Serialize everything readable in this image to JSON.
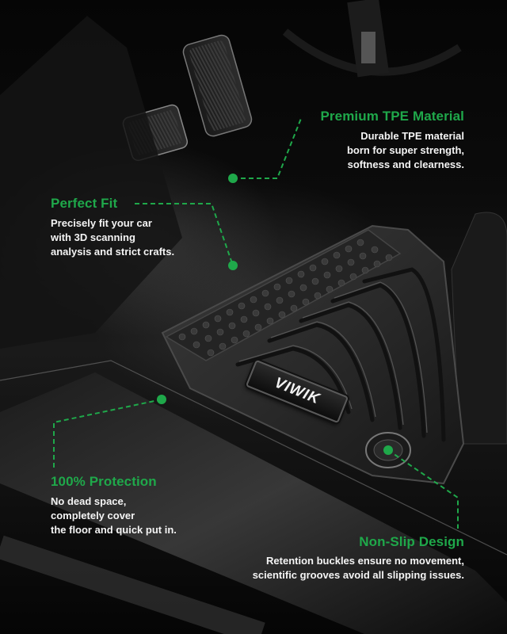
{
  "brand": {
    "logo_text": "VIWIK"
  },
  "callouts": [
    {
      "id": "premium-tpe",
      "title": "Premium TPE Material",
      "lines": [
        "Durable TPE material",
        "born for super strength,",
        "softness and clearness."
      ]
    },
    {
      "id": "perfect-fit",
      "title": "Perfect Fit",
      "lines": [
        "Precisely fit your car",
        "with 3D scanning",
        "analysis and strict crafts."
      ]
    },
    {
      "id": "protection",
      "title": "100% Protection",
      "lines": [
        "No dead space,",
        "completely cover",
        "the floor and quick put in."
      ]
    },
    {
      "id": "non-slip",
      "title": "Non-Slip Design",
      "lines": [
        "Retention buckles ensure no movement,",
        "scientific grooves avoid all slipping issues."
      ]
    }
  ],
  "colors": {
    "accent_green": "#1fa84a",
    "background": "#000000",
    "text": "#ffffff"
  }
}
